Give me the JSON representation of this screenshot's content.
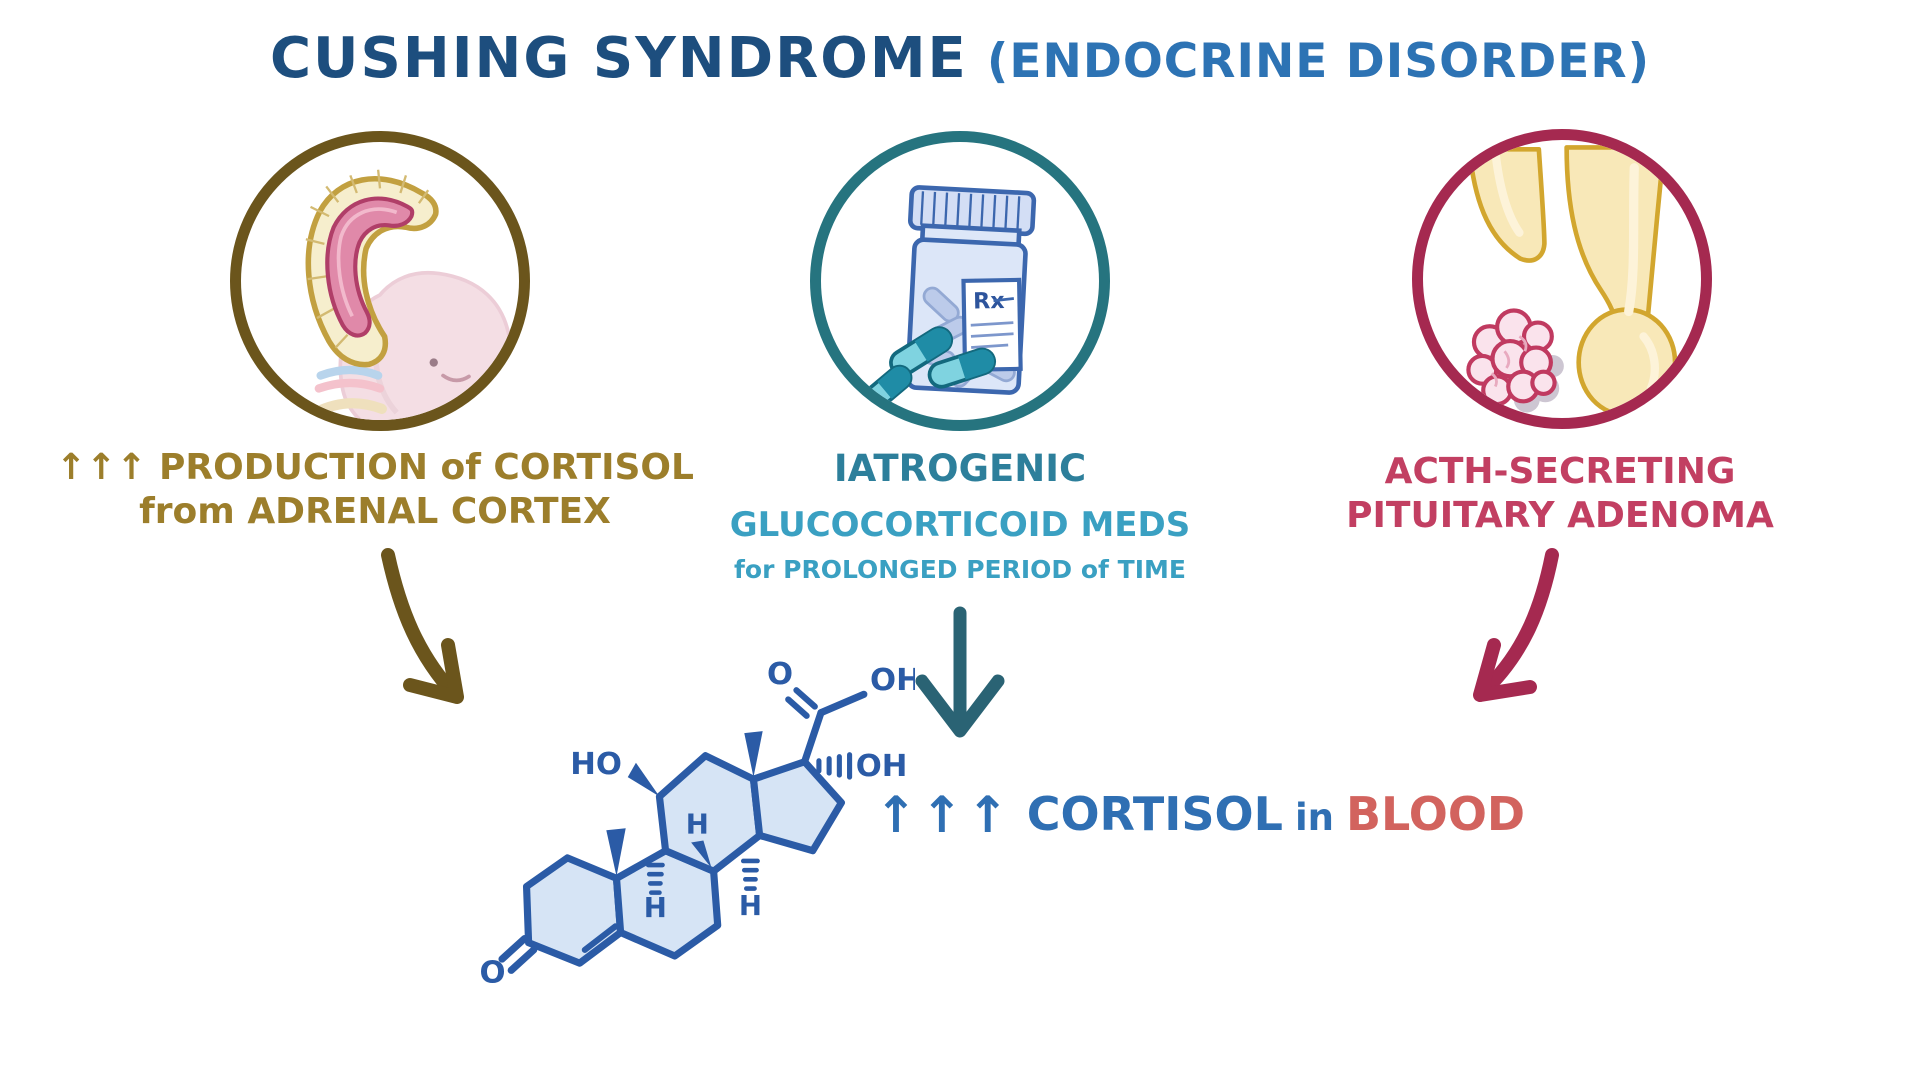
{
  "title": {
    "main": "CUSHING SYNDROME",
    "sub": "(ENDOCRINE DISORDER)"
  },
  "palette": {
    "title_main_navy": "#1d4e7e",
    "title_sub_blue": "#2d73b4",
    "adrenal_text_gold": "#9c7e2b",
    "adrenal_circle_olive": "#6b551c",
    "meds_heading_teal": "#2d7f9b",
    "meds_sub_lightteal": "#3aa0c2",
    "meds_circle_teal": "#26747f",
    "meds_arrow_teal": "#2a6374",
    "pituitary_text_rose": "#c23f62",
    "pituitary_circle_crimson": "#a52950",
    "molecule_blue": "#2b5ba6",
    "molecule_fill": "#d6e4f5",
    "conclusion_blue": "#2f6fb3",
    "blood_red": "#d2635e"
  },
  "cause_adrenal": {
    "line1": "↑↑↑ PRODUCTION of CORTISOL",
    "line2": "from ADRENAL CORTEX"
  },
  "cause_iatrogenic": {
    "heading": "IATROGENIC",
    "line1": "GLUCOCORTICOID MEDS",
    "line2": "for PROLONGED PERIOD  of TIME"
  },
  "cause_pituitary": {
    "line1": "ACTH-SECRETING",
    "line2": "PITUITARY ADENOMA"
  },
  "pill_bottle": {
    "label": "Rx"
  },
  "molecule": {
    "name": "cortisol chemical structure",
    "labels": {
      "ketone_o": "O",
      "c11_ho": "HO",
      "c20_o": "O",
      "c21_oh": "OH",
      "c17_oh": "OH",
      "h_c8": "H",
      "h_c9": "H",
      "h_c14": "H"
    }
  },
  "conclusion": {
    "arrows": "↑↑↑",
    "word1": "CORTISOL",
    "word2": "in",
    "word3": "BLOOD"
  }
}
